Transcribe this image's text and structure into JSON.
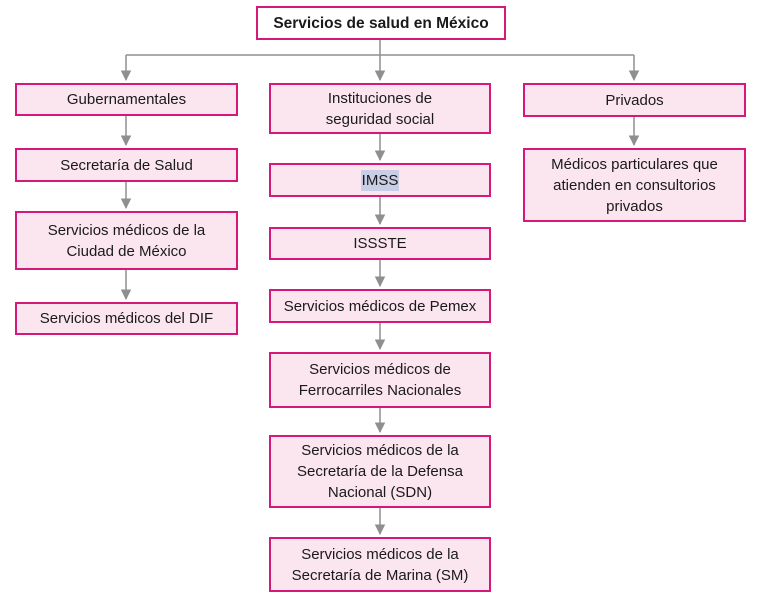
{
  "colors": {
    "box_border": "#d6187a",
    "box_fill": "#fbe5ee",
    "connector": "#8f8f8f",
    "highlight": "#c9cde6"
  },
  "root": {
    "label": "Servicios de salud en México"
  },
  "columns": {
    "gubernamentales": {
      "header": "Gubernamentales",
      "items": [
        "Secretaría de Salud",
        [
          "Servicios médicos de la",
          "Ciudad de México"
        ],
        "Servicios médicos del DIF"
      ]
    },
    "seguridad_social": {
      "header": [
        "Instituciones de",
        "seguridad social"
      ],
      "items": [
        "IMSS",
        "ISSSTE",
        "Servicios médicos de Pemex",
        [
          "Servicios médicos de",
          "Ferrocarriles Nacionales"
        ],
        [
          "Servicios médicos de la",
          "Secretaría de la Defensa",
          "Nacional (SDN)"
        ],
        [
          "Servicios médicos de la",
          "Secretaría de Marina (SM)"
        ]
      ]
    },
    "privados": {
      "header": "Privados",
      "items": [
        [
          "Médicos particulares que",
          "atienden en consultorios",
          "privados"
        ]
      ]
    }
  }
}
